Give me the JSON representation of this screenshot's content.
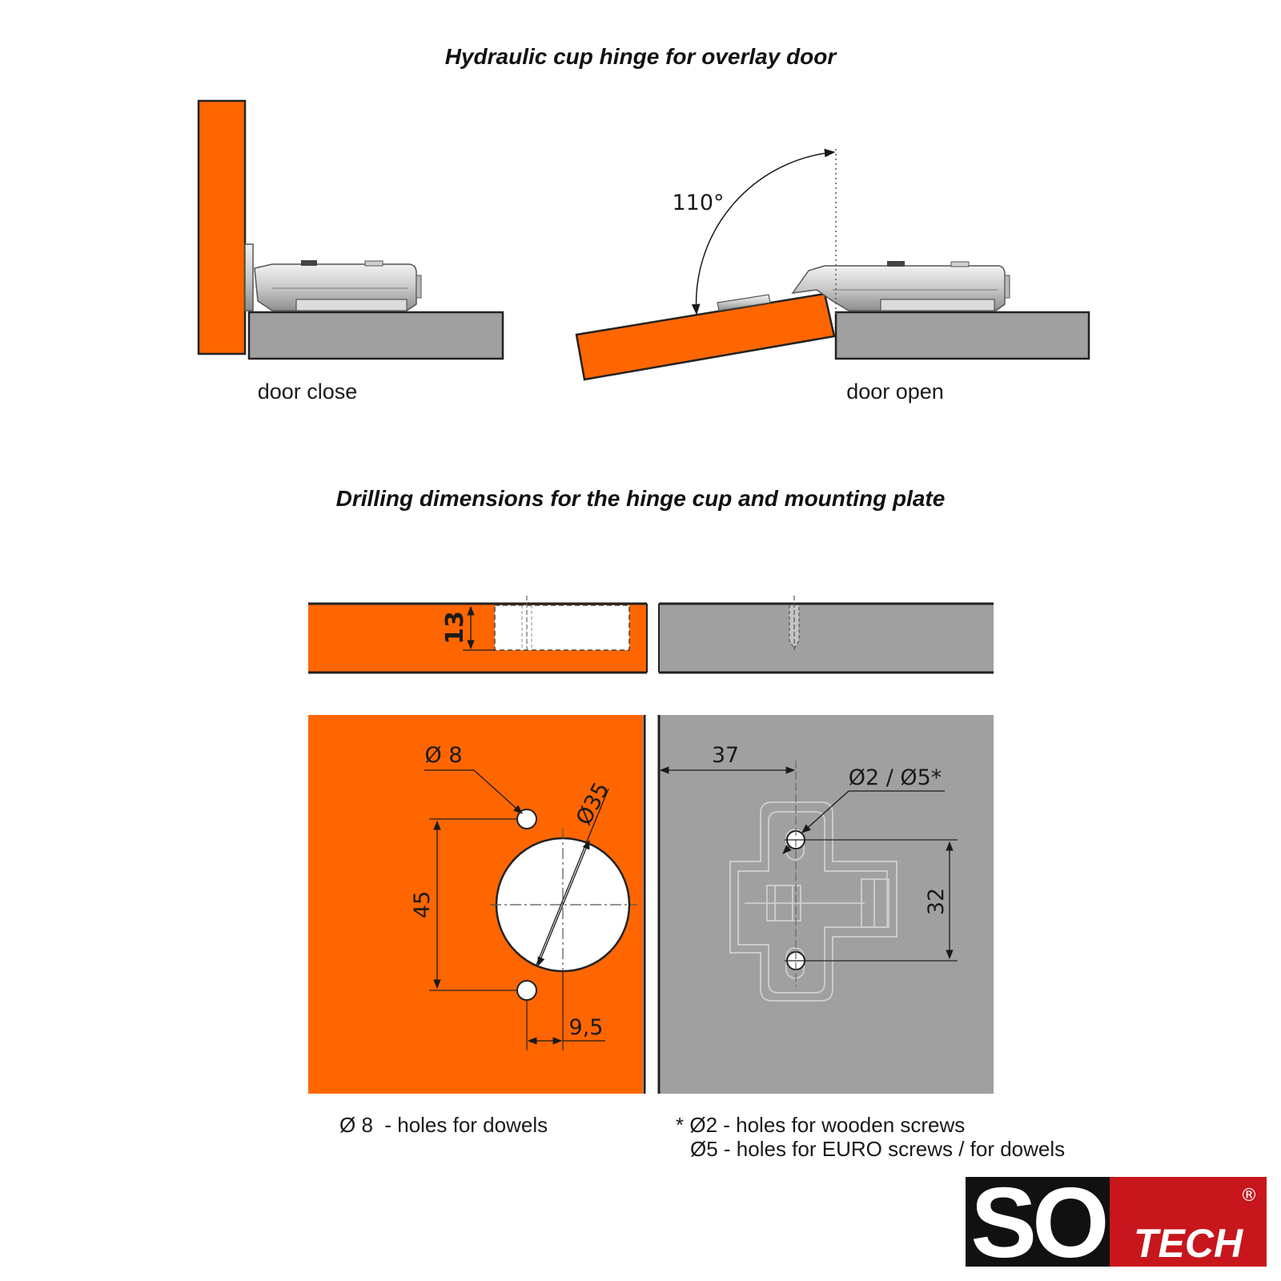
{
  "titles": {
    "top": "Hydraulic cup hinge for overlay door",
    "bottom": "Drilling dimensions for the hinge cup and mounting plate"
  },
  "captions": {
    "door_close": "door close",
    "door_open": "door open"
  },
  "dimensions": {
    "angle": "110°",
    "depth": "13",
    "dowel_diameter": "Ø 8",
    "cup_diameter": "Ø35",
    "hole_spacing": "45",
    "offset": "9,5",
    "plate_distance": "37",
    "screw_diameter": "Ø2 / Ø5*",
    "plate_spacing": "32"
  },
  "notes": {
    "dowels": "Ø 8  - holes for dowels",
    "screws_line1": "* Ø2 - holes for wooden screws",
    "screws_line2": "Ø5 - holes for EURO screws / for dowels"
  },
  "logo": {
    "main": "SO",
    "sub": "TECH",
    "reg": "®"
  },
  "colors": {
    "door": "#ff6600",
    "cabinet": "#a0a0a0",
    "logo_black": "#111111",
    "logo_red": "#c8161d"
  }
}
